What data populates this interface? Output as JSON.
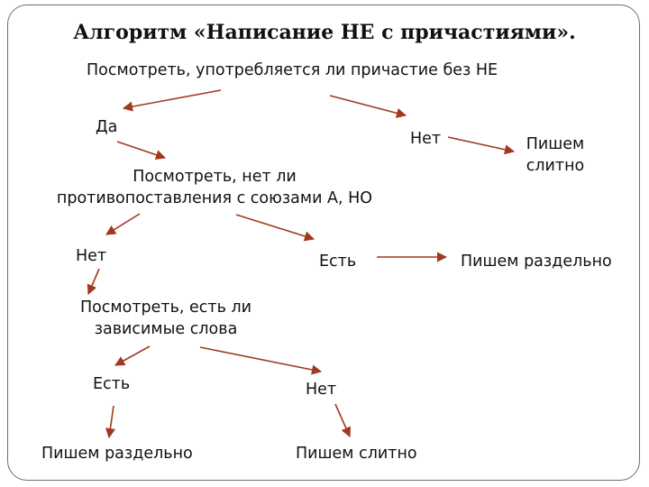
{
  "title": "Алгоритм «Написание НЕ с причастиями».",
  "colors": {
    "arrow": "#a0391f",
    "text": "#111111",
    "frame": "#6f6f6f"
  },
  "nodes": {
    "q1": "Посмотреть, употребляется ли причастие без НЕ",
    "yes1": "Да",
    "no1": "Нет",
    "result_no1": [
      "Пишем",
      "слитно"
    ],
    "q2": [
      "Посмотреть, нет ли",
      "противопоставления с союзами А, НО"
    ],
    "no2": "Нет",
    "yes2": "Есть",
    "result_yes2": "Пишем раздельно",
    "q3": [
      "Посмотреть, есть ли",
      "зависимые слова"
    ],
    "yes3": "Есть",
    "no3": "Нет",
    "result_yes3": "Пишем раздельно",
    "result_no3": "Пишем слитно"
  }
}
